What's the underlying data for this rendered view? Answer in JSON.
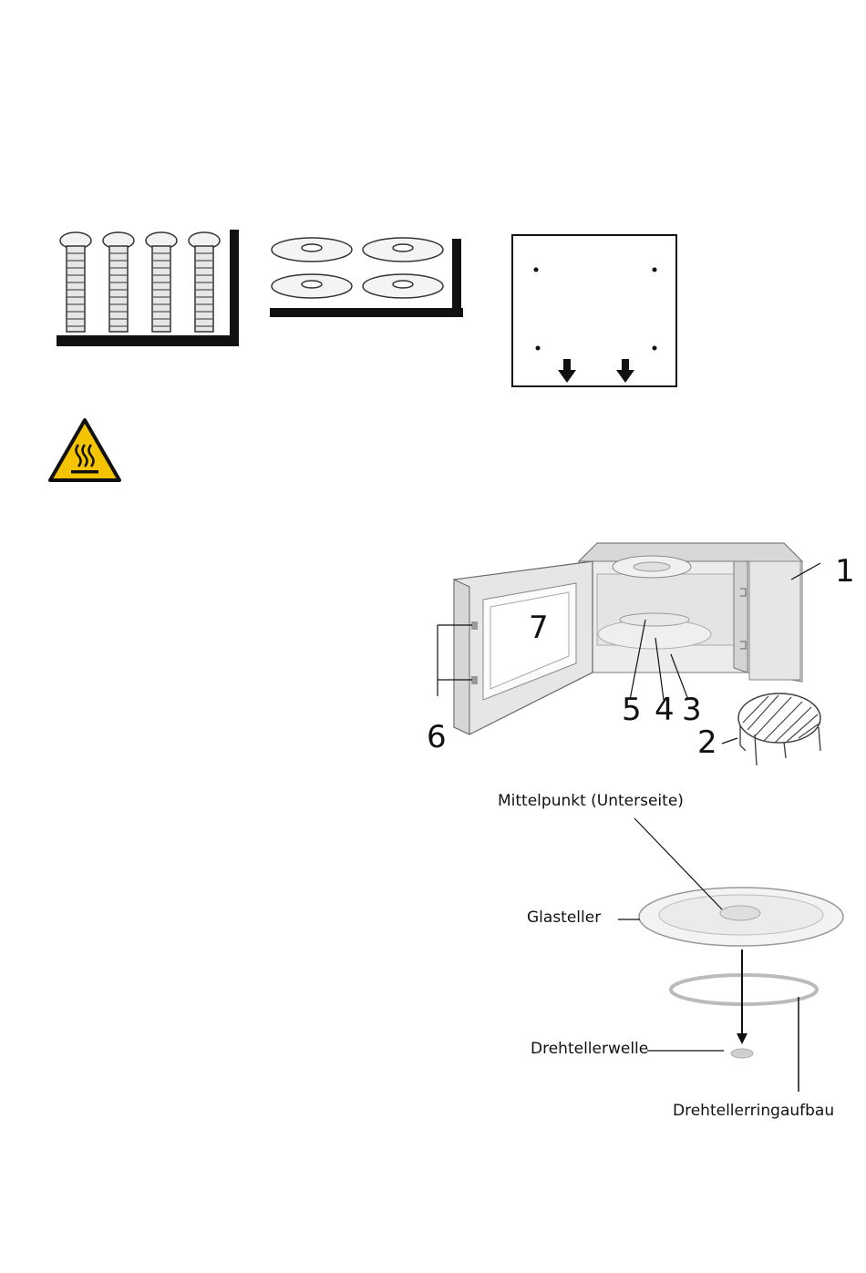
{
  "part_numbers": {
    "n1": "1",
    "n2": "2",
    "n3": "3",
    "n4": "4",
    "n5": "5",
    "n6": "6",
    "n7": "7"
  },
  "turntable_labels": {
    "center": "Mittelpunkt (Unterseite)",
    "glass_plate": "Glasteller",
    "shaft": "Drehtellerwelle",
    "ring": "Drehtellerringaufbau"
  },
  "icons": [
    "screws-illustration",
    "washers-illustration",
    "mounting-template-illustration",
    "hot-surface-warning-icon"
  ],
  "colors": {
    "warning_yellow": "#f5c400",
    "line": "#111111",
    "appliance_gray": "#e2e2e2"
  }
}
